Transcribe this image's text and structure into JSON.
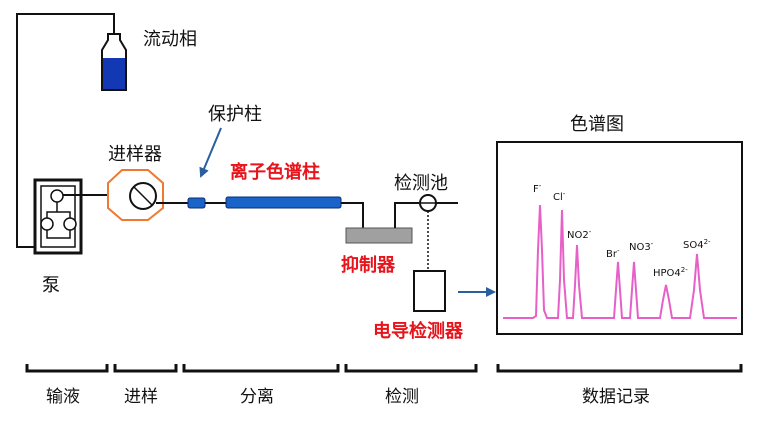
{
  "labels": {
    "mobile_phase": "流动相",
    "guard_column": "保护柱",
    "injector": "进样器",
    "ion_column": "离子色谱柱",
    "cell": "检测池",
    "suppressor": "抑制器",
    "detector": "电导检测器",
    "pump": "泵",
    "chromatogram": "色谱图"
  },
  "stages": [
    "输液",
    "进样",
    "分离",
    "检测",
    "数据记录"
  ],
  "peaks": [
    {
      "label": "F",
      "sup": "-"
    },
    {
      "label": "Cl",
      "sup": "-"
    },
    {
      "label": "NO2",
      "sup": "-"
    },
    {
      "label": "Br",
      "sup": "-"
    },
    {
      "label": "NO3",
      "sup": "-"
    },
    {
      "label": "HPO4",
      "sup": "2-"
    },
    {
      "label": "SO4",
      "sup": "2-"
    }
  ],
  "colors": {
    "red_label": "#e8141c",
    "column_blue": "#1a63c8",
    "bottle_fill": "#1238b4",
    "trace": "#e660c8",
    "suppressor_gray": "#a0a0a0",
    "arrow_blue": "#2a5f9e",
    "injector_orange": "#f07830"
  }
}
